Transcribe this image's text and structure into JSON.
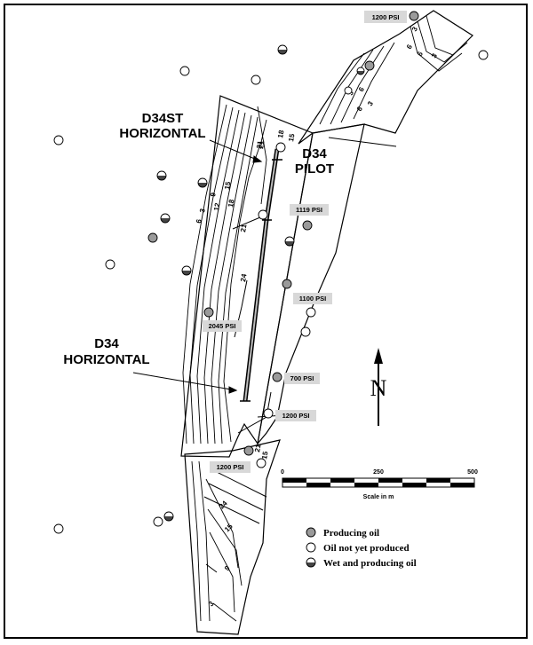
{
  "labels": {
    "d34st_line1": "D34ST",
    "d34st_line2": "HORIZONTAL",
    "d34_pilot_line1": "D34",
    "d34_pilot_line2": "PILOT",
    "d34_horizontal_line1": "D34",
    "d34_horizontal_line2": "HORIZONTAL"
  },
  "pressures": [
    "1200 PSI",
    "1119 PSI",
    "1100 PSI",
    "2045 PSI",
    "700 PSI",
    "1200 PSI",
    "1200 PSI"
  ],
  "contours": {
    "west_block": [
      "3",
      "6",
      "9",
      "12",
      "15",
      "18",
      "21",
      "21",
      "24"
    ],
    "center_block": [
      "21",
      "18",
      "15"
    ],
    "northeast_block": [
      "3",
      "6",
      "6",
      "3",
      "6",
      "3",
      "6",
      "3"
    ],
    "south_block": [
      "21",
      "12",
      "15",
      "24",
      "15",
      "9",
      "3"
    ]
  },
  "scale": {
    "ticks": [
      "0",
      "250",
      "500"
    ],
    "caption": "Scale in m"
  },
  "north_arrow": "N",
  "legend": [
    {
      "label": "Producing oil",
      "type": "producing",
      "color": "#9a9a9a"
    },
    {
      "label": "Oil not yet produced",
      "type": "not_produced",
      "color": "#ffffff"
    },
    {
      "label": "Wet and producing oil",
      "type": "wet",
      "color": "#5a5a5a"
    }
  ]
}
